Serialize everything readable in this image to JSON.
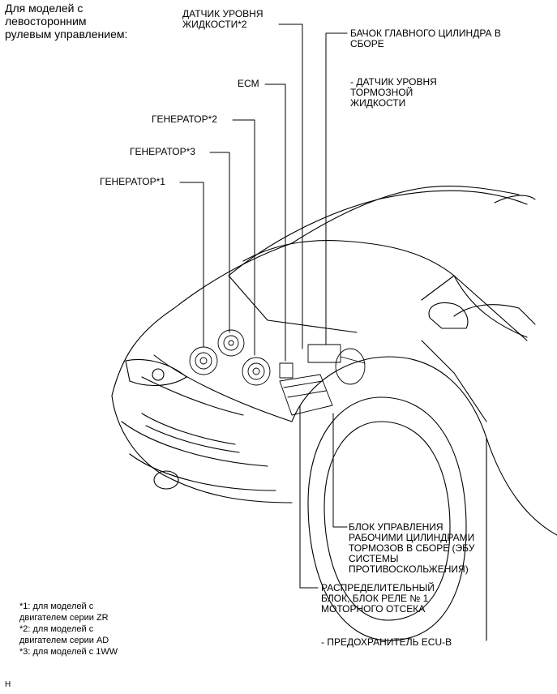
{
  "header": {
    "text": "Для моделей с\nлевосторонним\nрулевым управлением:"
  },
  "labels": {
    "fluid_sensor": "ДАТЧИК УРОВНЯ\nЖИДКОСТИ*2",
    "master_cylinder": "БАЧОК ГЛАВНОГО ЦИЛИНДРА В\nСБОРЕ",
    "brake_fluid_sensor": "- ДАТЧИК УРОВНЯ\nТОРМОЗНОЙ\nЖИДКОСТИ",
    "ecm": "ECM",
    "generator2": "ГЕНЕРАТОР*2",
    "generator3": "ГЕНЕРАТОР*3",
    "generator1": "ГЕНЕРАТОР*1",
    "actuator": "БЛОК УПРАВЛЕНИЯ\nРАБОЧИМИ ЦИЛИНДРАМИ\nТОРМОЗОВ В СБОРЕ (ЭБУ\nСИСТЕМЫ\nПРОТИВОСКОЛЬЖЕНИЯ)",
    "relay_block": "РАСПРЕДЕЛИТЕЛЬНЫЙ\nБЛОК, БЛОК РЕЛЕ № 1\nМОТОРНОГО ОТСЕКА",
    "fuse": "- ПРЕДОХРАНИТЕЛЬ ECU-B"
  },
  "footnotes": {
    "n1": "*1: для моделей с\nдвигателем серии ZR",
    "n2": "*2: для моделей с\nдвигателем серии AD",
    "n3": "*3: для моделей с 1WW"
  },
  "corner_mark": "H"
}
